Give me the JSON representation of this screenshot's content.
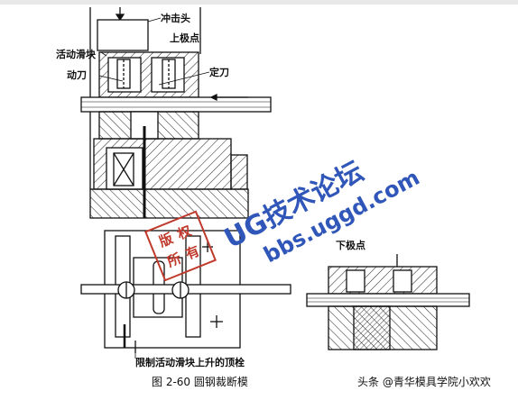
{
  "labels": {
    "punch_head": "冲击头",
    "top_dead_center": "上极点",
    "movable_slider": "活动滑块",
    "moving_blade": "动刀",
    "fixed_blade": "定刀",
    "bottom_dead_center": "下极点",
    "limit_pin": "限制活动滑块上升的顶栓"
  },
  "caption": "图 2-60 圆钢裁断模",
  "watermark": {
    "brand": "UG技术论坛",
    "url": "bbs.uggd.com",
    "color": "#2f56b8"
  },
  "stamp": {
    "chars": [
      "版",
      "权",
      "所",
      "有"
    ],
    "color": "#c0392b"
  },
  "source_credit": "头条 @青华模具学院小欢欢"
}
